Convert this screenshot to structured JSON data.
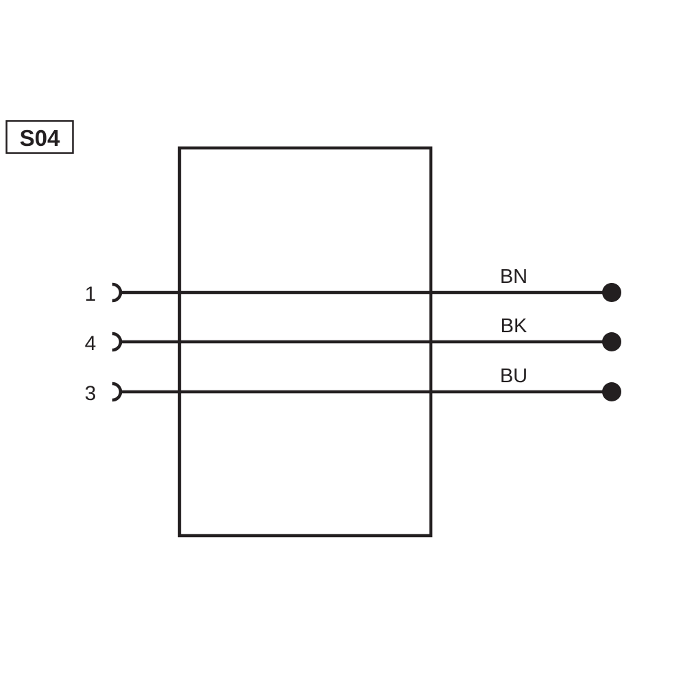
{
  "diagram": {
    "code": "S04",
    "pins": [
      {
        "pin": "1",
        "wire": "BN"
      },
      {
        "pin": "4",
        "wire": "BK"
      },
      {
        "pin": "3",
        "wire": "BU"
      }
    ],
    "line_color": "#231f20"
  }
}
